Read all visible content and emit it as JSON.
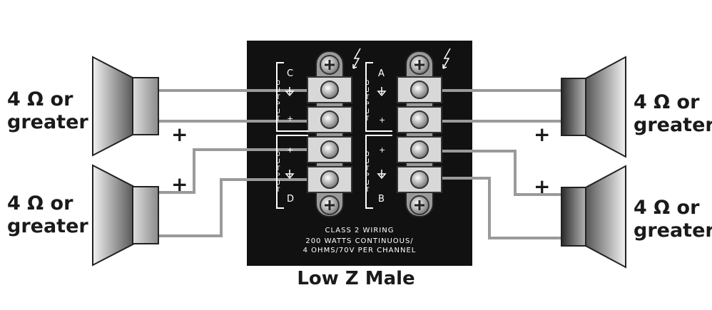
{
  "speakers": {
    "top_left": {
      "line1": "4 Ω or",
      "line2": "greater"
    },
    "bottom_left": {
      "line1": "4 Ω or",
      "line2": "greater"
    },
    "top_right": {
      "line1": "4 Ω or",
      "line2": "greater"
    },
    "bottom_right": {
      "line1": "4 Ω or",
      "line2": "greater"
    }
  },
  "polarity": {
    "plus": "+"
  },
  "panel": {
    "output_vertical": "OUTPUT",
    "channel_c": "C",
    "channel_d": "D",
    "channel_a": "A",
    "channel_b": "B",
    "spec_line1": "CLASS 2 WIRING",
    "spec_line2": "200 WATTS CONTINUOUS/",
    "spec_line3": "4 OHMS/70V PER CHANNEL"
  },
  "caption": "Low Z Male",
  "colors": {
    "panel": "#111111",
    "wire": "#9a9a9a",
    "text": "#1a1a1a"
  }
}
